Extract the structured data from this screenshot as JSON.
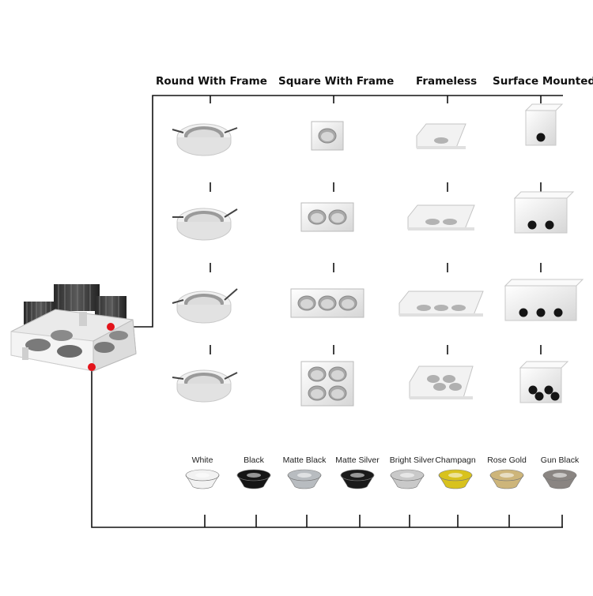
{
  "columns": [
    {
      "key": "round",
      "label": "Round With Frame"
    },
    {
      "key": "square",
      "label": "Square With Frame"
    },
    {
      "key": "frameless",
      "label": "Frameless"
    },
    {
      "key": "surface",
      "label": "Surface Mounted"
    }
  ],
  "finishes": [
    {
      "label": "White",
      "color": "#f2f2f2"
    },
    {
      "label": "Black",
      "color": "#151515"
    },
    {
      "label": "Matte Black",
      "color": "#b8bcc0"
    },
    {
      "label": "Matte Silver",
      "color": "#1a1a1a"
    },
    {
      "label": "Bright Silver",
      "color": "#c9c9c9"
    },
    {
      "label": "Champagn",
      "color": "#d8c21e"
    },
    {
      "label": "Rose Gold",
      "color": "#cdb57a"
    },
    {
      "label": "Gun Black",
      "color": "#8a8582"
    }
  ],
  "colors": {
    "line": "#111111",
    "marker": "#e3141b",
    "frame": "#e8e8e8",
    "housing": "#3a3a3a"
  }
}
